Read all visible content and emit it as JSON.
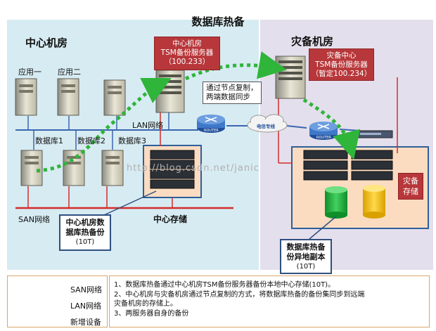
{
  "title": "数据库热备",
  "left_zone": {
    "title": "中心机房"
  },
  "right_zone": {
    "title": "灾备机房"
  },
  "servers": {
    "app1": "应用一",
    "app2": "应用二"
  },
  "databases": [
    "数据库1",
    "数据库2",
    "数据库3"
  ],
  "network": {
    "lan": "LAN网络",
    "san": "SAN网络",
    "link": "电信专线",
    "router": "ROUTER"
  },
  "center_tsm": {
    "line1": "中心机房",
    "line2": "TSM备份服务器",
    "line3": "（100.233）"
  },
  "dr_tsm": {
    "line1": "灾备中心",
    "line2": "TSM备份服务器",
    "line3": "（暂定100.234）"
  },
  "replication_note": {
    "line1": "通过节点复制，",
    "line2": "两端数据同步"
  },
  "center_storage": "中心存储",
  "dr_storage": {
    "line1": "灾备",
    "line2": "存储"
  },
  "center_backup": {
    "line1": "中心机房数",
    "line2": "据库热备份",
    "line3": "(10T)"
  },
  "dr_copy": {
    "line1": "数据库热备",
    "line2": "份异地副本",
    "line3": "(10T)"
  },
  "watermark": "http://blog.csdn.net/janic",
  "legend": {
    "san": "SAN网络",
    "lan": "LAN网络",
    "new": "新增设备"
  },
  "notes": [
    "1、数据库热备通过中心机房TSM备份服务器备份本地中心存储(10T)。",
    "2、中心机房与灾备机房通过节点复制的方式，将数据库热备的备份集同步到远端",
    "灾备机房的存储上。",
    "3、两服务器自身的备份"
  ],
  "colors": {
    "left_zone": "#d7ebf2",
    "right_zone": "#e4dfec",
    "new_device": "#b7373a",
    "lan": "#3a66b0",
    "san": "#d22d2d",
    "replication": "#2fb53a",
    "storage": "#fbdcc1"
  }
}
